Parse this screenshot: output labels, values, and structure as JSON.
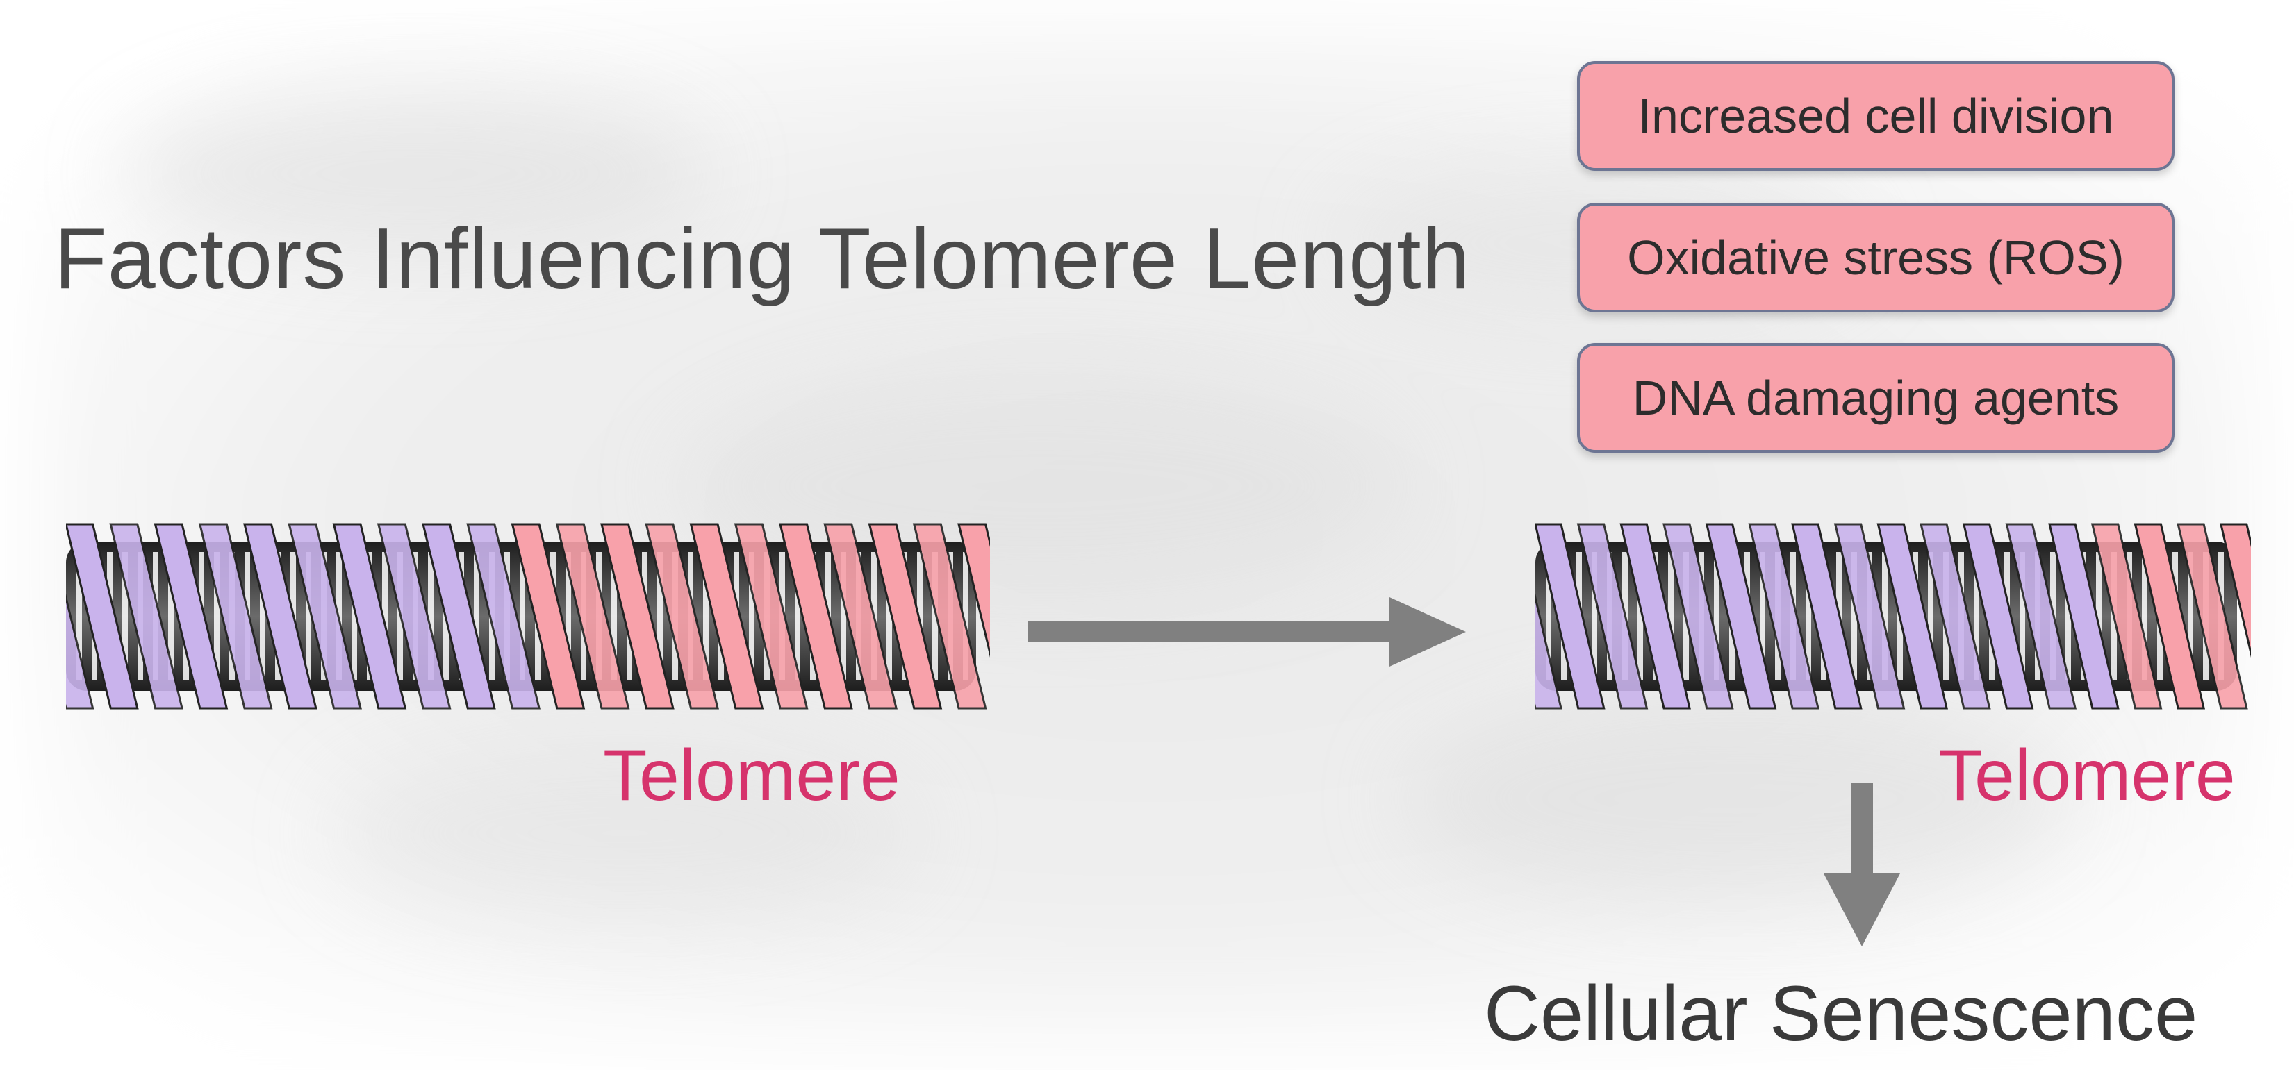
{
  "title": "Factors Influencing Telomere Length",
  "factors": [
    {
      "label": "Increased cell division"
    },
    {
      "label": "Oxidative stress (ROS)"
    },
    {
      "label": "DNA damaging agents"
    }
  ],
  "dna_left": {
    "telomere_label": "Telomere"
  },
  "dna_right": {
    "telomere_label": "Telomere"
  },
  "outcome_label": "Cellular Senescence",
  "colors": {
    "strand_normal": "#c9b3ec",
    "strand_telomere": "#f8a1aa",
    "telomere_text": "#d6336c",
    "box_fill": "#f8a1aa",
    "box_border": "#6d7593",
    "arrow": "#808080"
  },
  "icons": {
    "process_arrow": "right-arrow-icon",
    "outcome_arrow": "down-arrow-icon"
  }
}
